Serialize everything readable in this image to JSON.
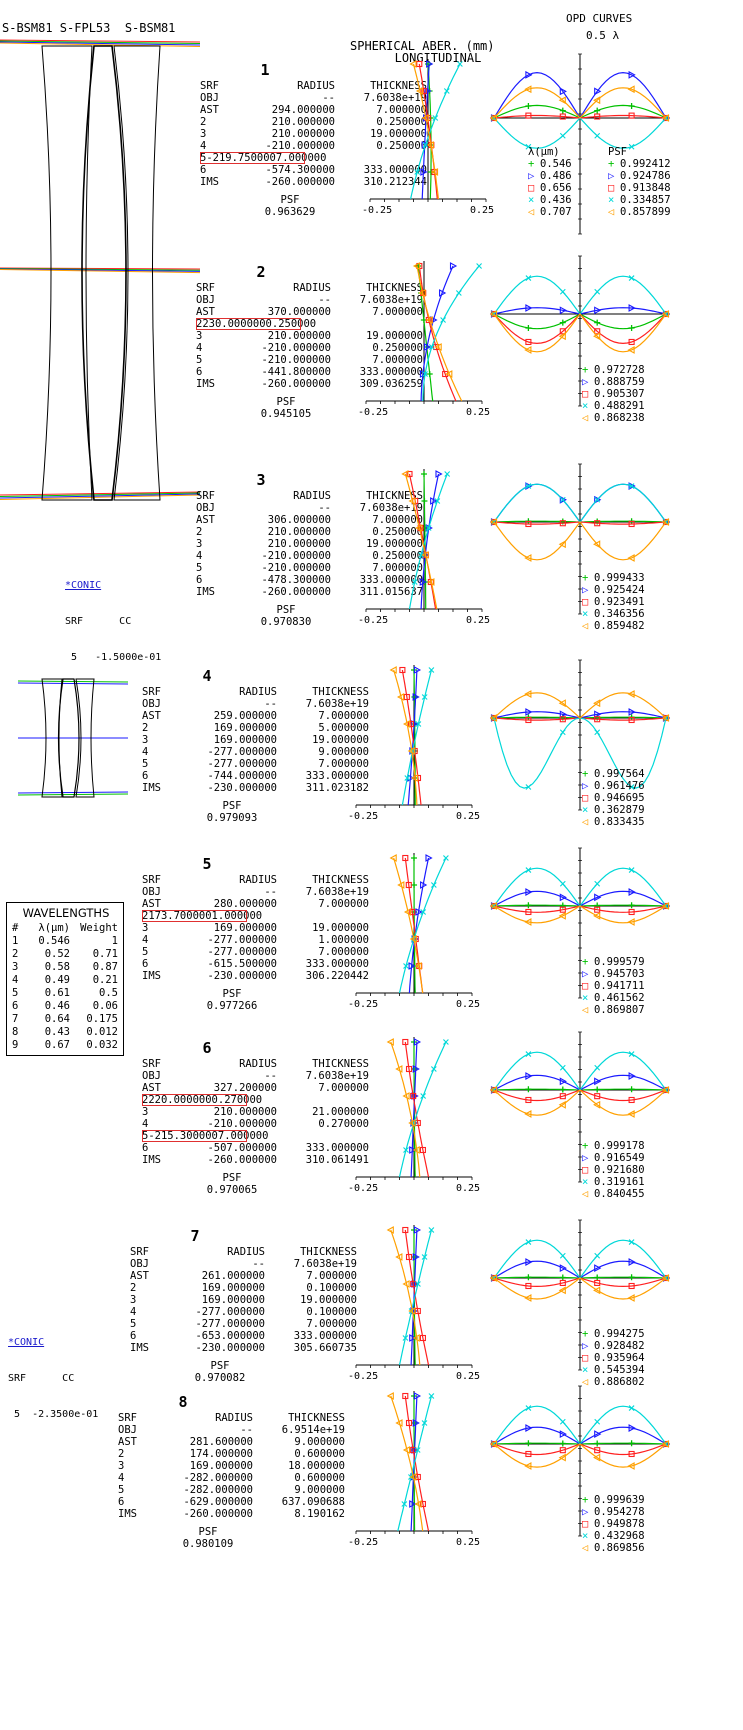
{
  "header": {
    "glasses": "S-BSM81 S-FPL53  S-BSM81",
    "lsa_title_1": "LONGITUDINAL",
    "lsa_title_2": "SPHERICAL ABER. (mm)",
    "opd_title": "OPD CURVES",
    "opd_scale": "0.5 λ"
  },
  "colors": {
    "g": "#00c000",
    "b": "#1a1aff",
    "r": "#ff2020",
    "c": "#00d8d8",
    "o": "#ffa000",
    "highlight": "#e03030",
    "link": "#1a1acc"
  },
  "legend": {
    "lambda_header": "λ(μm)",
    "psf_header": "PSF",
    "wavelengths": [
      "0.546",
      "0.486",
      "0.656",
      "0.436",
      "0.707"
    ],
    "markers": [
      "+",
      "▷",
      "□",
      "×",
      "◁"
    ]
  },
  "axis": {
    "left": "-0.25",
    "right": "0.25"
  },
  "wavelength_table": {
    "title": "WAVELENGTHS",
    "headers": [
      "#",
      "λ(μm)",
      "Weight"
    ],
    "rows": [
      [
        "1",
        "0.546",
        "1"
      ],
      [
        "2",
        "0.52",
        "0.71"
      ],
      [
        "3",
        "0.58",
        "0.87"
      ],
      [
        "4",
        "0.49",
        "0.21"
      ],
      [
        "5",
        "0.61",
        "0.5"
      ],
      [
        "6",
        "0.46",
        "0.06"
      ],
      [
        "7",
        "0.64",
        "0.175"
      ],
      [
        "8",
        "0.43",
        "0.012"
      ],
      [
        "9",
        "0.67",
        "0.032"
      ]
    ]
  },
  "conic_1": {
    "label": "*CONIC",
    "head": "SRF      CC",
    "row": " 5   -1.5000e-01"
  },
  "conic_2": {
    "label": "*CONIC",
    "head": "SRF      CC",
    "row": " 5  -2.3500e-01"
  },
  "designs": [
    {
      "number": "1",
      "headers": [
        "SRF",
        "RADIUS",
        "THICKNESS"
      ],
      "psf_label": "PSF",
      "psf": "0.963629",
      "rows": [
        [
          "OBJ",
          "--",
          "7.6038e+19"
        ],
        [
          "AST",
          "294.000000",
          "7.000000"
        ],
        [
          "2",
          "210.000000",
          "0.250000"
        ],
        [
          "3",
          "210.000000",
          "19.000000"
        ],
        [
          "4",
          "-210.000000",
          "0.250000"
        ],
        [
          "5",
          "-219.750000",
          "7.000000"
        ],
        [
          "6",
          "-574.300000",
          "333.000000"
        ],
        [
          "IMS",
          "-260.000000",
          "310.212344"
        ]
      ],
      "highlight": [
        5
      ],
      "psf_values": [
        "0.992412",
        "0.924786",
        "0.913848",
        "0.334857",
        "0.857899"
      ]
    },
    {
      "number": "2",
      "headers": [
        "SRF",
        "RADIUS",
        "THICKNESS"
      ],
      "psf_label": "PSF",
      "psf": "0.945105",
      "rows": [
        [
          "OBJ",
          "--",
          "7.6038e+19"
        ],
        [
          "AST",
          "370.000000",
          "7.000000"
        ],
        [
          "2",
          "230.000000",
          "0.250000"
        ],
        [
          "3",
          "210.000000",
          "19.000000"
        ],
        [
          "4",
          "-210.000000",
          "0.250000"
        ],
        [
          "5",
          "-210.000000",
          "7.000000"
        ],
        [
          "6",
          "-441.800000",
          "333.000000"
        ],
        [
          "IMS",
          "-260.000000",
          "309.036259"
        ]
      ],
      "highlight": [
        2
      ],
      "psf_values": [
        "0.972728",
        "0.888759",
        "0.905307",
        "0.488291",
        "0.868238"
      ]
    },
    {
      "number": "3",
      "headers": [
        "SRF",
        "RADIUS",
        "THICKNESS"
      ],
      "psf_label": "PSF",
      "psf": "0.970830",
      "rows": [
        [
          "OBJ",
          "--",
          "7.6038e+19"
        ],
        [
          "AST",
          "306.000000",
          "7.000000"
        ],
        [
          "2",
          "210.000000",
          "0.250000"
        ],
        [
          "3",
          "210.000000",
          "19.000000"
        ],
        [
          "4",
          "-210.000000",
          "0.250000"
        ],
        [
          "5",
          "-210.000000",
          "7.000000"
        ],
        [
          "6",
          "-478.300000",
          "333.000000"
        ],
        [
          "IMS",
          "-260.000000",
          "311.015637"
        ]
      ],
      "highlight": [],
      "psf_values": [
        "0.999433",
        "0.925424",
        "0.923491",
        "0.346356",
        "0.859482"
      ]
    },
    {
      "number": "4",
      "headers": [
        "SRF",
        "RADIUS",
        "THICKNESS"
      ],
      "psf_label": "PSF",
      "psf": "0.979093",
      "rows": [
        [
          "OBJ",
          "--",
          "7.6038e+19"
        ],
        [
          "AST",
          "259.000000",
          "7.000000"
        ],
        [
          "2",
          "169.000000",
          "5.000000"
        ],
        [
          "3",
          "169.000000",
          "19.000000"
        ],
        [
          "4",
          "-277.000000",
          "9.000000"
        ],
        [
          "5",
          "-277.000000",
          "7.000000"
        ],
        [
          "6",
          "-744.000000",
          "333.000000"
        ],
        [
          "IMS",
          "-230.000000",
          "311.023182"
        ]
      ],
      "highlight": [],
      "psf_values": [
        "0.997564",
        "0.961476",
        "0.946695",
        "0.362879",
        "0.833435"
      ]
    },
    {
      "number": "5",
      "headers": [
        "SRF",
        "RADIUS",
        "THICKNESS"
      ],
      "psf_label": "PSF",
      "psf": "0.977266",
      "rows": [
        [
          "OBJ",
          "--",
          "7.6038e+19"
        ],
        [
          "AST",
          "280.000000",
          "7.000000"
        ],
        [
          "2",
          "173.700000",
          "1.000000"
        ],
        [
          "3",
          "169.000000",
          "19.000000"
        ],
        [
          "4",
          "-277.000000",
          "1.000000"
        ],
        [
          "5",
          "-277.000000",
          "7.000000"
        ],
        [
          "6",
          "-615.500000",
          "333.000000"
        ],
        [
          "IMS",
          "-230.000000",
          "306.220442"
        ]
      ],
      "highlight": [
        2
      ],
      "psf_values": [
        "0.999579",
        "0.945703",
        "0.941711",
        "0.461562",
        "0.869807"
      ]
    },
    {
      "number": "6",
      "headers": [
        "SRF",
        "RADIUS",
        "THICKNESS"
      ],
      "psf_label": "PSF",
      "psf": "0.970065",
      "rows": [
        [
          "OBJ",
          "--",
          "7.6038e+19"
        ],
        [
          "AST",
          "327.200000",
          "7.000000"
        ],
        [
          "2",
          "220.000000",
          "0.270000"
        ],
        [
          "3",
          "210.000000",
          "21.000000"
        ],
        [
          "4",
          "-210.000000",
          "0.270000"
        ],
        [
          "5",
          "-215.300000",
          "7.000000"
        ],
        [
          "6",
          "-507.000000",
          "333.000000"
        ],
        [
          "IMS",
          "-260.000000",
          "310.061491"
        ]
      ],
      "highlight": [
        2,
        5
      ],
      "psf_values": [
        "0.999178",
        "0.916549",
        "0.921680",
        "0.319161",
        "0.840455"
      ]
    },
    {
      "number": "7",
      "headers": [
        "SRF",
        "RADIUS",
        "THICKNESS"
      ],
      "psf_label": "PSF",
      "psf": "0.970082",
      "rows": [
        [
          "OBJ",
          "--",
          "7.6038e+19"
        ],
        [
          "AST",
          "261.000000",
          "7.000000"
        ],
        [
          "2",
          "169.000000",
          "0.100000"
        ],
        [
          "3",
          "169.000000",
          "19.000000"
        ],
        [
          "4",
          "-277.000000",
          "0.100000"
        ],
        [
          "5",
          "-277.000000",
          "7.000000"
        ],
        [
          "6",
          "-653.000000",
          "333.000000"
        ],
        [
          "IMS",
          "-230.000000",
          "305.660735"
        ]
      ],
      "highlight": [],
      "psf_values": [
        "0.994275",
        "0.928482",
        "0.935964",
        "0.545394",
        "0.886802"
      ]
    },
    {
      "number": "8",
      "headers": [
        "SRF",
        "RADIUS",
        "THICKNESS"
      ],
      "psf_label": "PSF",
      "psf": "0.980109",
      "rows": [
        [
          "OBJ",
          "--",
          "6.9514e+19"
        ],
        [
          "AST",
          "281.600000",
          "9.000000"
        ],
        [
          "2",
          "174.000000",
          "0.600000"
        ],
        [
          "3",
          "169.000000",
          "18.000000"
        ],
        [
          "4",
          "-282.000000",
          "0.600000"
        ],
        [
          "5",
          "-282.000000",
          "9.000000"
        ],
        [
          "6",
          "-629.000000",
          "637.090688"
        ],
        [
          "IMS",
          "-260.000000",
          "8.190162"
        ]
      ],
      "highlight": [],
      "psf_values": [
        "0.999639",
        "0.954278",
        "0.949878",
        "0.432968",
        "0.869856"
      ]
    }
  ]
}
